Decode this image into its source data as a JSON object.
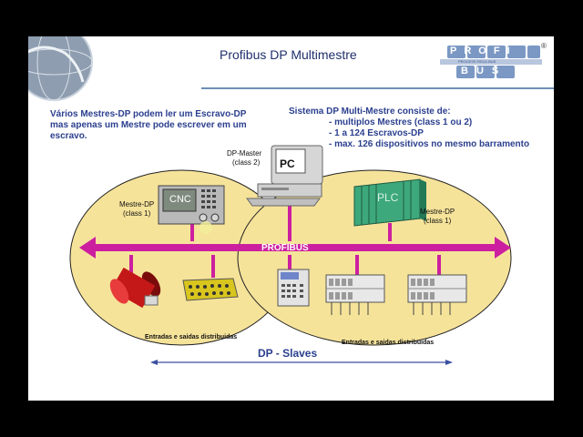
{
  "slide": {
    "title": "Profibus DP Multimestre",
    "logo": {
      "line1": "PROFI",
      "line2": "BUS",
      "tagline": "PROCESS FIELD BUS",
      "reg": "®"
    },
    "left_note": [
      "Vários Mestres-DP podem ler um Escravo-DP",
      "mas apenas um Mestre pode escrever em um",
      "escravo."
    ],
    "right_note": {
      "heading": "Sistema DP Multi-Mestre consiste de:",
      "items": [
        "- multiplos Mestres (class 1 ou 2)",
        "- 1 a 124 Escravos-DP",
        "- max. 126 dispositivos no mesmo barramento"
      ]
    }
  },
  "diagram": {
    "bus_label": "PROFIBUS",
    "pc_label": "PC",
    "cnc_label": "CNC",
    "plc_label": "PLC",
    "dp_master": [
      "DP-Master",
      "(class 2)"
    ],
    "mestre_left": [
      "Mestre-DP",
      "(class 1)"
    ],
    "mestre_right": [
      "Mestre-DP",
      "(class 1)"
    ],
    "io_left": "Entradas e saidas distribuidas",
    "io_right": "Entradas e saidas distribuidas",
    "slaves_label": "DP - Slaves"
  },
  "colors": {
    "ellipse_fill": "#f6e39a",
    "bus": "#cc1fa0",
    "title": "#1f2f6b",
    "text": "#2b3f8e"
  }
}
